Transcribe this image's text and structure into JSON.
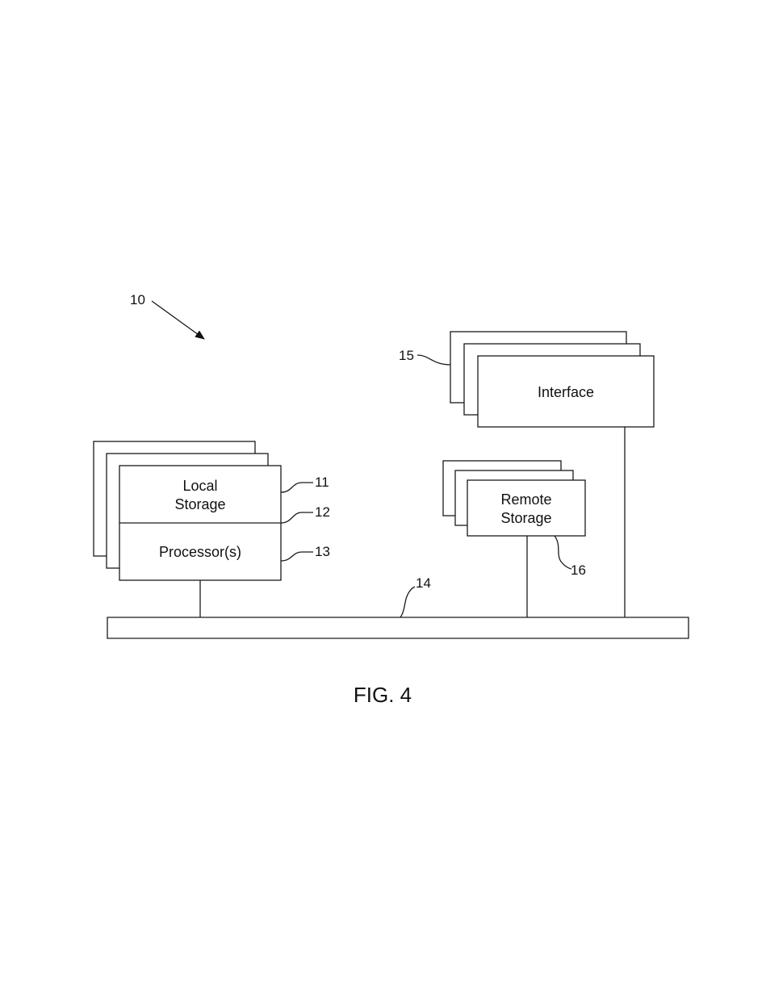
{
  "figure": {
    "caption": "FIG. 4",
    "system_ref": "10",
    "blocks": {
      "local_storage": {
        "line1": "Local",
        "line2": "Storage",
        "ref": "11"
      },
      "divider": {
        "ref": "12"
      },
      "processor": {
        "label": "Processor(s)",
        "ref": "13"
      },
      "bus": {
        "ref": "14"
      },
      "interface": {
        "label": "Interface",
        "ref": "15"
      },
      "remote_storage": {
        "line1": "Remote",
        "line2": "Storage",
        "ref": "16"
      }
    }
  }
}
